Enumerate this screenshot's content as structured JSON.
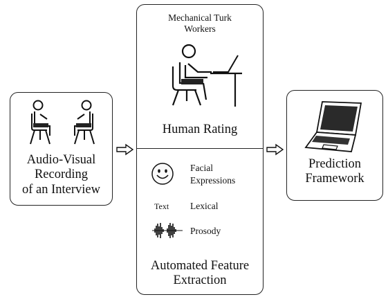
{
  "left_box": {
    "label": "Audio-Visual\nRecording\nof an Interview"
  },
  "center_box": {
    "top_label": "Mechanical Turk\nWorkers",
    "human_rating": "Human Rating",
    "features": {
      "facial": "Facial\nExpressions",
      "text_icon": "Text",
      "lexical": "Lexical",
      "prosody": "Prosody"
    },
    "bottom_label": "Automated Feature\nExtraction"
  },
  "right_box": {
    "label": "Prediction\nFramework"
  },
  "icons": [
    "interview-people-icon",
    "worker-at-desk-icon",
    "smiley-face-icon",
    "waveform-icon",
    "laptop-icon",
    "hollow-arrow-icon"
  ]
}
